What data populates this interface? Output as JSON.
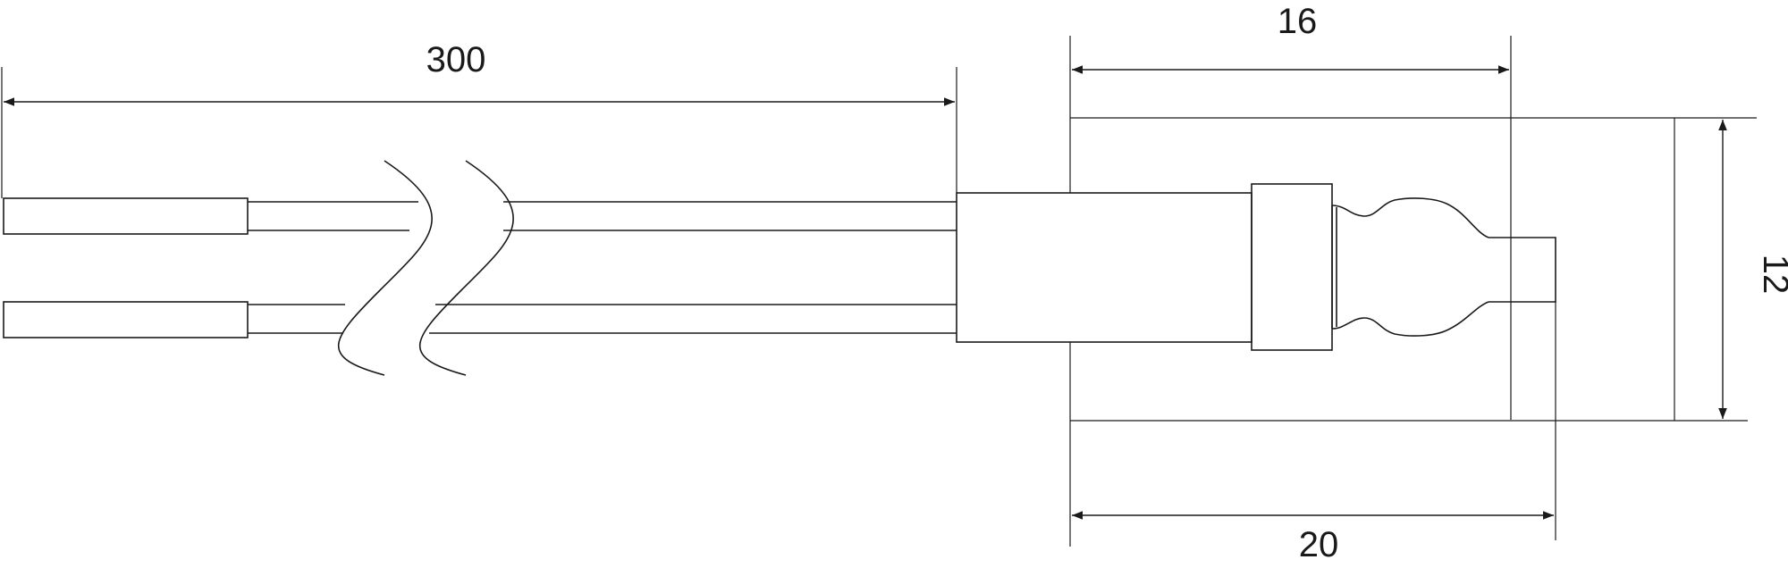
{
  "dimensions": {
    "lead_length": "300",
    "body_length": "16",
    "overall_length": "20",
    "body_height": "12"
  },
  "colors": {
    "line": "#1a1a1a",
    "background": "#ffffff"
  }
}
